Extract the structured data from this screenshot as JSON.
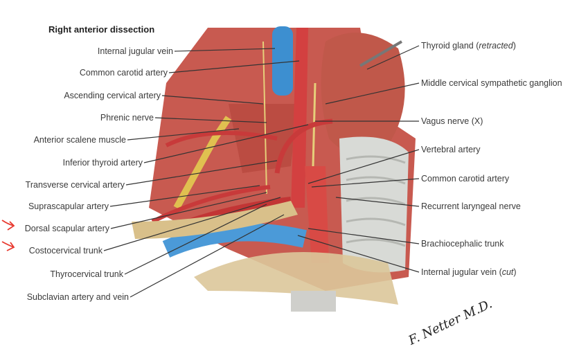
{
  "title": "Right anterior dissection",
  "left_labels": [
    "Internal jugular vein",
    "Common carotid artery",
    "Ascending cervical artery",
    "Phrenic nerve",
    "Anterior scalene muscle",
    "Inferior thyroid artery",
    "Transverse cervical artery",
    "Suprascapular artery",
    "Dorsal scapular artery",
    "Costocervical trunk",
    "Thyrocervical trunk",
    "Subclavian artery and vein"
  ],
  "right_labels": [
    {
      "text": "Thyroid gland (",
      "italic": "retracted",
      "end": ")"
    },
    {
      "text": "Middle cervical sympathetic ganglion"
    },
    {
      "text": "Vagus nerve (X)"
    },
    {
      "text": "Vertebral artery"
    },
    {
      "text": "Common carotid artery"
    },
    {
      "text": "Recurrent laryngeal nerve"
    },
    {
      "text": "Brachiocephalic trunk"
    },
    {
      "text": "Internal jugular vein (",
      "italic": "cut",
      "end": ")"
    }
  ],
  "signature": "F. Netter M.D.",
  "annotation_color": "#e8392f"
}
